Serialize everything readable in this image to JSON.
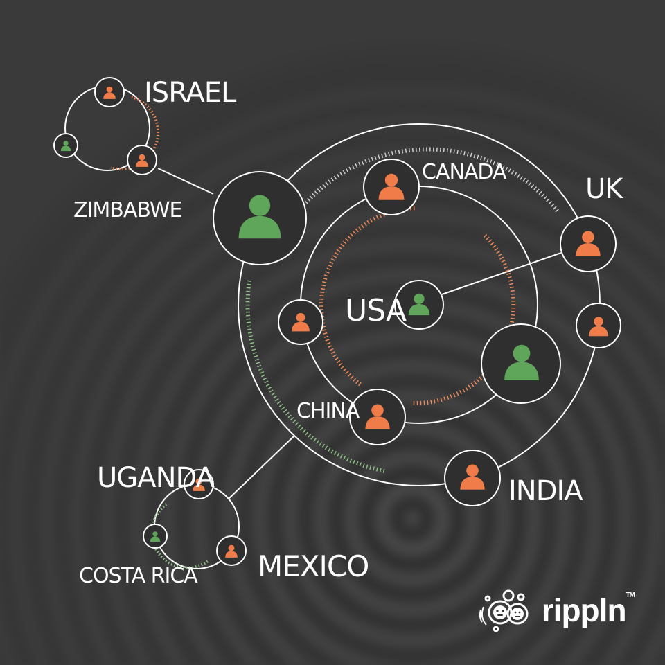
{
  "colors": {
    "orange": "#f07c4a",
    "green": "#5fa65a",
    "line": "#ffffff",
    "orange_dash": "#e98a5c",
    "green_dash": "#8fbf86"
  },
  "labels": {
    "israel": "ISRAEL",
    "zimbabwe": "ZIMBABWE",
    "canada": "CANADA",
    "uk": "UK",
    "usa": "USA",
    "china": "CHINA",
    "india": "INDIA",
    "uganda": "UGANDA",
    "mexico": "MEXICO",
    "costa_rica": "COSTA RICA"
  },
  "brand": {
    "name": "rippln",
    "tm": "TM"
  }
}
